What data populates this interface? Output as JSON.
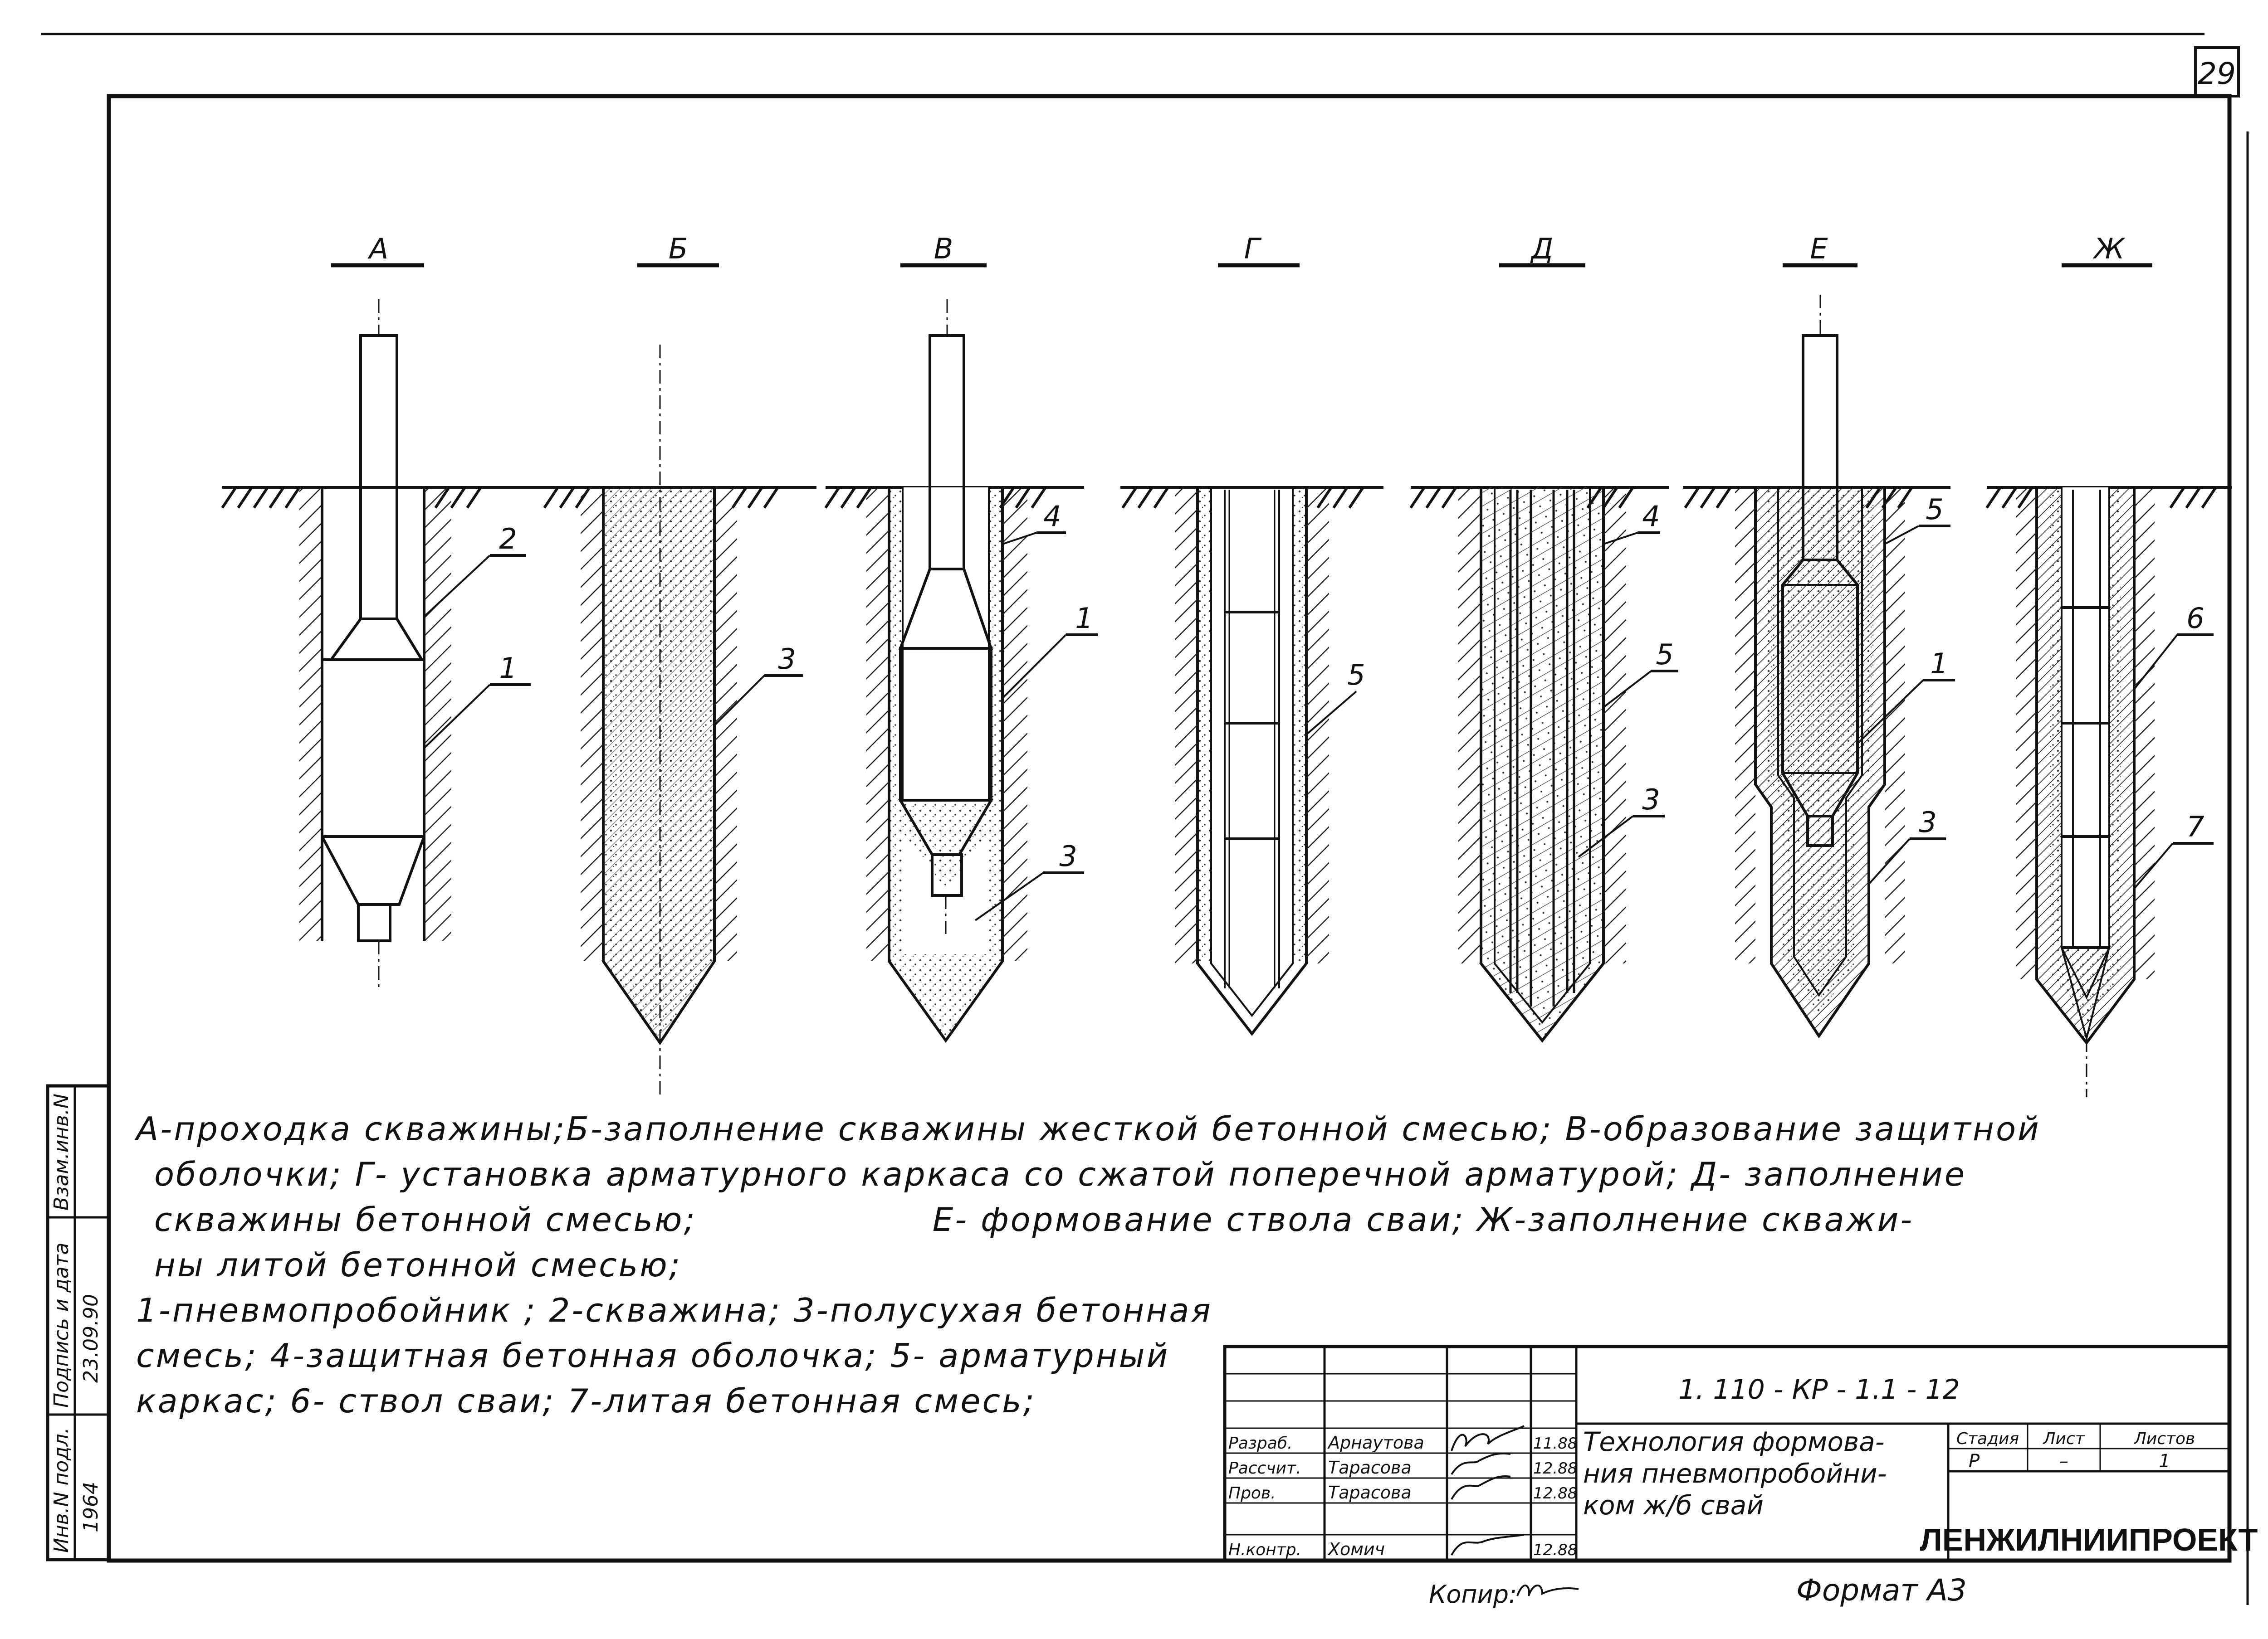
{
  "sheet_number": "29",
  "sections": [
    {
      "letter": "А"
    },
    {
      "letter": "Б"
    },
    {
      "letter": "В"
    },
    {
      "letter": "Г"
    },
    {
      "letter": "Д"
    },
    {
      "letter": "Е"
    },
    {
      "letter": "Ж"
    }
  ],
  "callouts": {
    "a1": "2",
    "a2": "1",
    "b1": "3",
    "v1": "4",
    "v2": "1",
    "v3": "3",
    "g1": "5",
    "d1": "4",
    "d2": "5",
    "d3": "3",
    "e1": "5",
    "e2": "1",
    "e3": "3",
    "zh1": "6",
    "zh2": "7"
  },
  "legend": {
    "line1": "А-проходка скважины;Б-заполнение скважины жесткой бетонной смесью; В-образование защитной",
    "line2": "оболочки; Г- установка арматурного каркаса со сжатой поперечной арматурой; Д- заполнение",
    "line3a": "скважины бетонной смесью;",
    "line3b": "Е- формование ствола сваи; Ж-заполнение скважи-",
    "line4": "ны литой бетонной смесью;",
    "line5": "1-пневмопробойник ; 2-скважина; 3-полусухая бетонная",
    "line6": "смесь; 4-защитная бетонная оболочка; 5- арматурный",
    "line7": "каркас; 6- ствол сваи; 7-литая бетонная смесь;"
  },
  "side_stamp": {
    "inv_podl": "Инв.N подл.",
    "podpis_data": "Подпись и дата",
    "vzam_inv": "Взам.инв.N",
    "inv_value": "1964",
    "date_value": "23.09.90"
  },
  "title_block": {
    "doc_code": "1. 110 - КР - 1.1 - 12",
    "rows": [
      {
        "role": "Разраб.",
        "name": "Арнаутова",
        "date": "11.88"
      },
      {
        "role": "Рассчит.",
        "name": "Тарасова",
        "date": "12.88"
      },
      {
        "role": "Пров.",
        "name": "Тарасова",
        "date": "12.88"
      },
      {
        "role": "Н.контр.",
        "name": "Хомич",
        "date": "12.88"
      }
    ],
    "title_line1": "Технология формова-",
    "title_line2": "ния пневмопробойни-",
    "title_line3": "ком ж/б свай",
    "stage_header": "Стадия",
    "sheet_header": "Лист",
    "sheets_header": "Листов",
    "stage_value": "Р",
    "sheet_value": "–",
    "sheets_value": "1",
    "organization": "ЛЕНЖИЛНИИПРОЕКТ"
  },
  "footer": {
    "copied": "Копир:",
    "format": "Формат А3"
  }
}
